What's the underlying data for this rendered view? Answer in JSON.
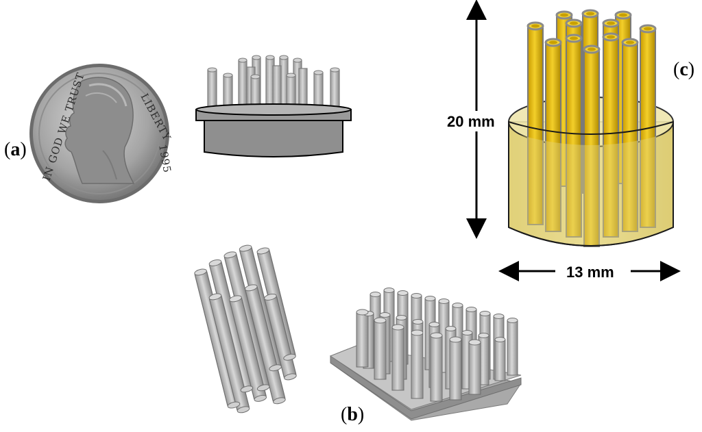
{
  "panels": {
    "a": {
      "open": "(",
      "letter": "a",
      "close": ")"
    },
    "b": {
      "open": "(",
      "letter": "b",
      "close": ")"
    },
    "c": {
      "open": "(",
      "letter": "c",
      "close": ")"
    }
  },
  "coin": {
    "legend_top": "LIBERTY",
    "legend_left": "IN GOD WE TRUST",
    "date": "1995"
  },
  "dimensions": {
    "height": "20 mm",
    "width": "13 mm"
  },
  "colors": {
    "gray_fill": "#b9b9b9",
    "gray_dark": "#8f8f8f",
    "gold_tube": "#e2b607",
    "gold_dark": "#b08a00",
    "matrix": "#e7d98a",
    "coin": "#a6a6a6"
  }
}
